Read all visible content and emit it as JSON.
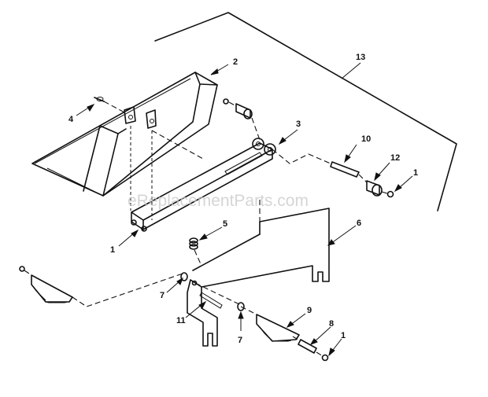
{
  "watermark": "eReplacementParts.com",
  "callouts": {
    "c1a": "1",
    "c1b": "1",
    "c1c": "1",
    "c2": "2",
    "c3": "3",
    "c4": "4",
    "c5": "5",
    "c6": "6",
    "c7a": "7",
    "c7b": "7",
    "c8": "8",
    "c9": "9",
    "c10": "10",
    "c11": "11",
    "c12": "12",
    "c13": "13"
  }
}
